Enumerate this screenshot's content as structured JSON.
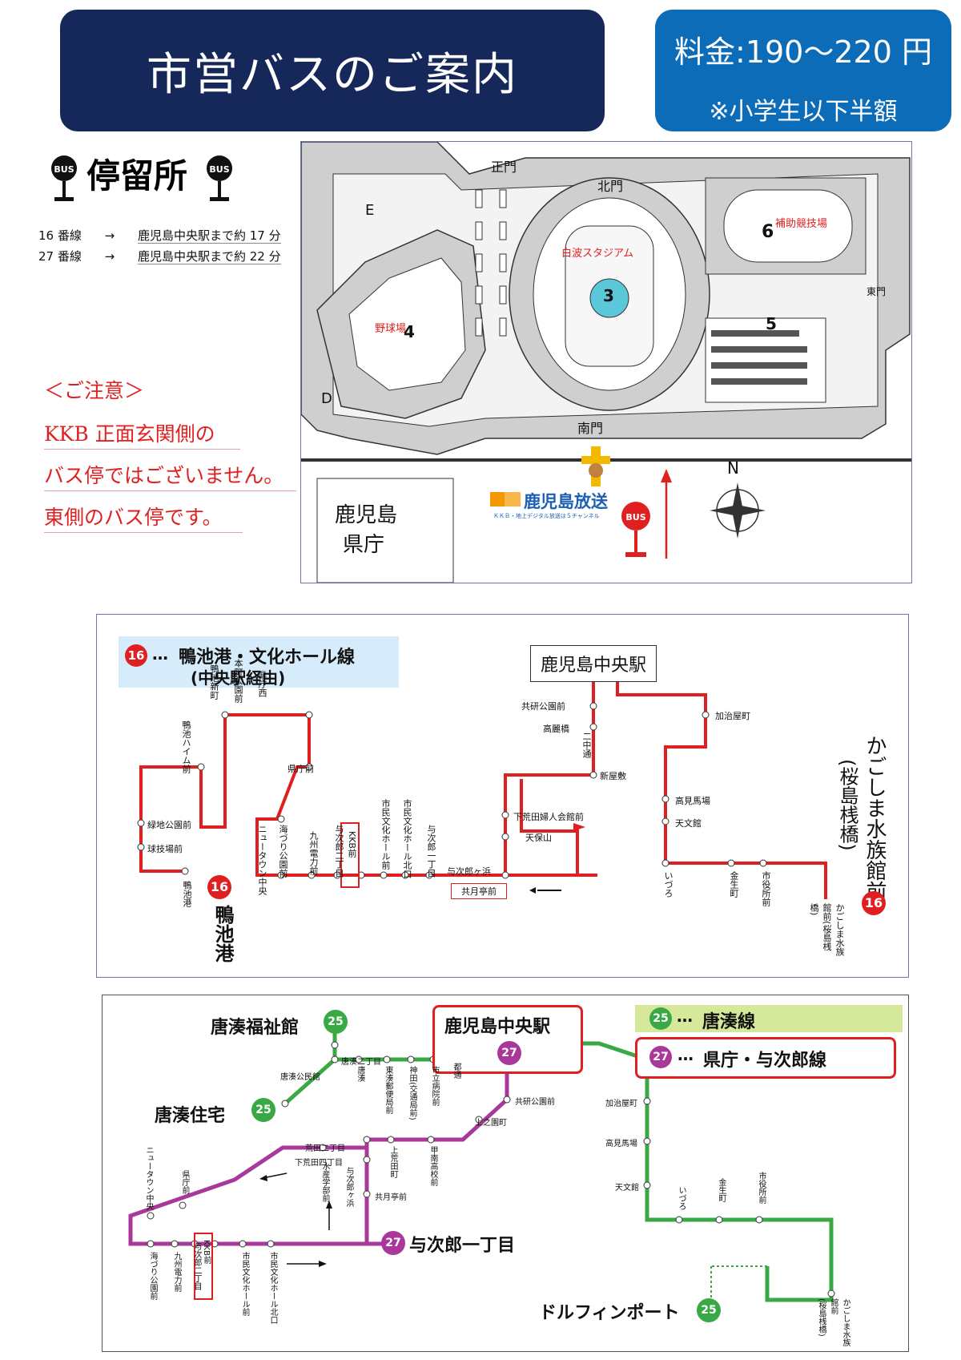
{
  "header": {
    "title": "市営バスのご案内",
    "fare": "料金:190〜220 円",
    "fare_note": "※小学生以下半額"
  },
  "stops_section": {
    "heading": "停留所",
    "bus_sign": "BUS",
    "routes": [
      {
        "line": "16 番線",
        "arrow": "→",
        "dest": "鹿児島中央駅まで約 17 分"
      },
      {
        "line": "27 番線",
        "arrow": "→",
        "dest": "鹿児島中央駅まで約 22 分"
      }
    ]
  },
  "notice": {
    "heading": "＜ご注意＞",
    "line1": "KKB 正面玄関側の",
    "line2": "バス停ではございません。",
    "line3": "東側のバス停です。"
  },
  "map": {
    "gate_north_main": "正門",
    "gate_north": "北門",
    "gate_south": "南門",
    "gate_east": "東門",
    "letter_e": "E",
    "letter_d": "D",
    "num_3": "3",
    "num_4": "4",
    "num_5": "5",
    "num_6": "6",
    "stadium": "白波スタジアム",
    "baseball": "野球場",
    "aux_field": "補助競技場",
    "pref_office_1": "鹿児島",
    "pref_office_2": "県庁",
    "kkb_logo": "鹿児島放送",
    "kkb_sub": "ＫＫＢ・地上デジタル放送は５チャンネル",
    "compass_n": "N",
    "bus_sign": "BUS"
  },
  "route16": {
    "legend_num": "16",
    "legend_dots": "…",
    "legend_name": "鴨池港・文化ホール線",
    "legend_sub": "(中央駅経由)",
    "central_station": "鹿児島中央駅",
    "terminal_right": "かごしま水族館前",
    "terminal_right_sub": "(桜島桟橋)",
    "terminal_left": "鴨池港",
    "stops": {
      "kyoken": "共研公園前",
      "korai": "高麗橋",
      "nichu": "二中通",
      "shinyashiki": "新屋敷",
      "shimoarata": "下荒田婦人会館前",
      "tenpozan": "天保山",
      "yojirogahama": "与次郎ヶ浜",
      "tomotsuki": "共月亭前",
      "kajiya": "加治屋町",
      "takami": "高見馬場",
      "tenmonkan": "天文館",
      "izuro": "いづろ",
      "kinseicho": "金生町",
      "shiyakusho": "市役所前",
      "aquarium": "かごしま水族館前(桜島桟橋)",
      "kamoike_shinmachi": "鴨池新町",
      "honmachi": "本町公園前",
      "kencho_nishi": "県庁西",
      "kenchomae": "県庁前",
      "newtown": "ニュータウン中央",
      "umizukuri": "海づり公園前",
      "kyushu_denryoku": "九州電力前",
      "yojiro2": "与次郎二丁目",
      "kkb": "KKB前",
      "bunka_hall": "市民文化ホール前",
      "bunka_hall_n": "市民文化ホール北口",
      "yojiro1": "与次郎一丁目",
      "kamoike_haim": "鴨池ハイム前",
      "ryokuchi": "緑地公園前",
      "kyugijo": "球技場前",
      "kamoike_port": "鴨池港"
    }
  },
  "route27": {
    "legend_25_num": "25",
    "legend_25_name": "唐湊線",
    "legend_27_num": "27",
    "legend_27_name": "県庁・与次郎線",
    "legend_dots": "…",
    "central_station": "鹿児島中央駅",
    "tosou_fukushi": "唐湊福祉館",
    "tosou_jutaku": "唐湊住宅",
    "yojiro1": "与次郎一丁目",
    "dolphin": "ドルフィンポート",
    "stops": {
      "tosou2": "唐湊二丁目",
      "tosou_koen": "唐湊公民館",
      "tosou": "唐湊",
      "higashitaniyama": "東湊郵便局前",
      "jinja": "神田(交通局前)",
      "shiritsu": "市立病院前",
      "kamozuka": "都通",
      "kyoken": "共研公園前",
      "uenosono": "上之園町",
      "arata2": "荒田二丁目",
      "shimoarata4": "下荒田四丁目",
      "kamiarata": "上荒田町",
      "konan": "甲南高校前",
      "suisan": "水産学部前",
      "yojirogahama": "与次郎ヶ浜",
      "tomotsuki": "共月亭前",
      "newtown": "ニュータウン中央",
      "kenchomae": "県庁前",
      "umizukuri": "海づり公園前",
      "kyushu": "九州電力前",
      "yojiro2": "与次郎二丁目",
      "kkb": "KKB前",
      "bunka": "市民文化ホール前",
      "bunka_n": "市民文化ホール北口",
      "kajiya": "加治屋町",
      "takami": "高見馬場",
      "tenmonkan": "天文館",
      "izuro": "いづろ",
      "kinsei": "金生町",
      "shiyakusho": "市役所前",
      "aquarium": "かごしま水族館前",
      "aquarium_sub": "(桜島桟橋)"
    }
  },
  "colors": {
    "navy": "#16275a",
    "blue": "#0c6cb8",
    "red": "#e02020",
    "green": "#3aa845",
    "purple": "#a8399a"
  }
}
